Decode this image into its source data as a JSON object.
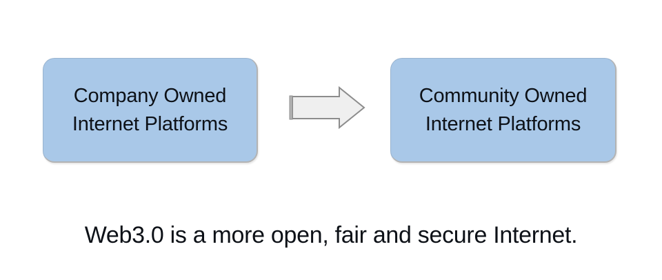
{
  "slide": {
    "background_color": "#ffffff",
    "box_fill_color": "#a9c8e8",
    "box_border_color": "#b3b3b3",
    "text_color": "#0d1117",
    "arrow_fill_color": "#efefef",
    "arrow_border_color": "#8c8c8c"
  },
  "left_box": {
    "line1": "Company Owned",
    "line2": "Internet Platforms"
  },
  "arrow": {
    "icon": "right-block-arrow-icon",
    "direction": "right"
  },
  "right_box": {
    "line1": "Community Owned",
    "line2": "Internet Platforms"
  },
  "caption": {
    "text": "Web3.0 is a more open, fair and secure Internet."
  }
}
